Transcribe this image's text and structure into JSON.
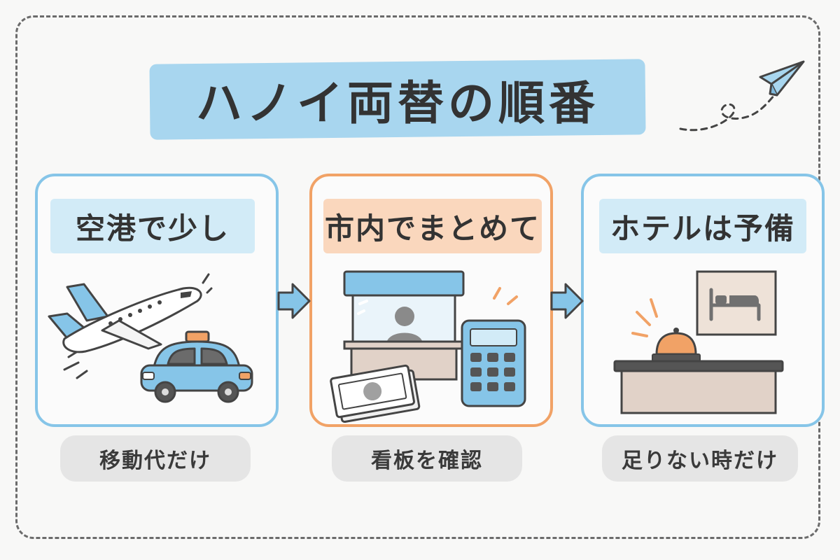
{
  "title": "ハノイ両替の順番",
  "steps": [
    {
      "label": "空港で少し",
      "note": "移動代だけ"
    },
    {
      "label": "市内でまとめて",
      "note": "看板を確認"
    },
    {
      "label": "ホテルは予備",
      "note": "足りない時だけ"
    }
  ],
  "colors": {
    "blue_accent": "#86c5e8",
    "orange_accent": "#f1a266",
    "title_band": "#a8d6ef",
    "note_pill": "#e5e5e5"
  },
  "icons": [
    "airplane-icon",
    "taxi-icon",
    "exchange-booth-icon",
    "banknotes-icon",
    "calculator-icon",
    "bed-icon",
    "service-bell-icon",
    "paper-plane-icon",
    "arrow-right-icon"
  ]
}
